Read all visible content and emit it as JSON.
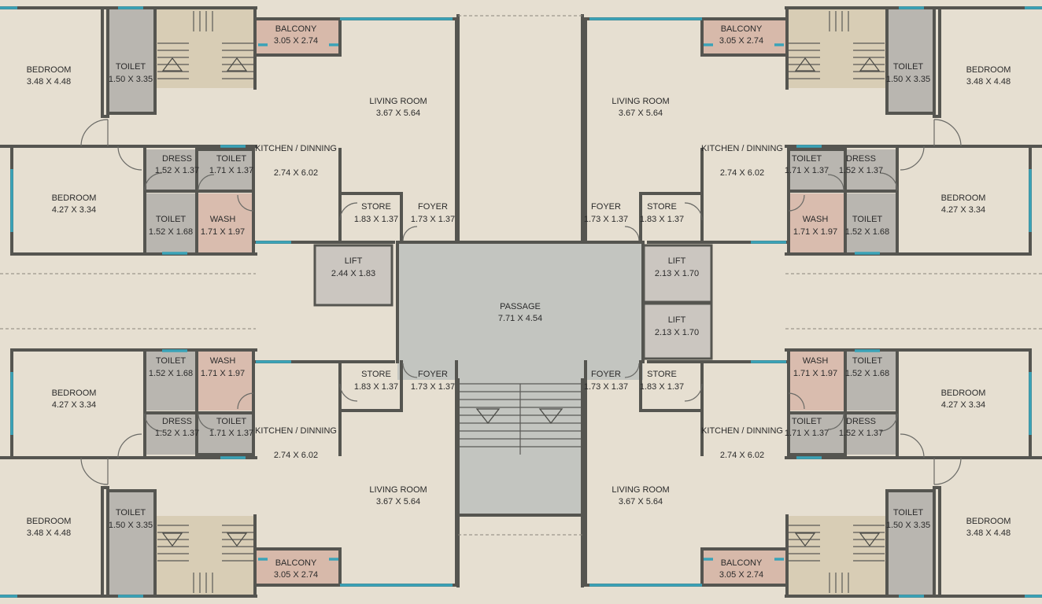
{
  "colors": {
    "background": "#e6dfd1",
    "wall": "#555550",
    "toilet": "#b9b6b0",
    "wash": "#d9bcae",
    "balcony": "#d7b9aa",
    "lift": "#cbc6c0",
    "passage": "#c3c5c0",
    "stair": "#d8cdb5",
    "window": "#3aa3b8"
  },
  "rooms": [
    {
      "name": "BEDROOM",
      "dims": "3.48 X 4.48"
    },
    {
      "name": "TOILET",
      "dims": "1.50 X 3.35"
    },
    {
      "name": "BALCONY",
      "dims": "3.05 X 2.74"
    },
    {
      "name": "LIVING ROOM",
      "dims": "3.67 X 5.64"
    },
    {
      "name": "KITCHEN / DINNING",
      "dims": "2.74 X 6.02"
    },
    {
      "name": "DRESS",
      "dims": "1.52 X 1.37"
    },
    {
      "name": "TOILET",
      "dims": "1.71 X 1.37"
    },
    {
      "name": "BEDROOM",
      "dims": "4.27 X 3.34"
    },
    {
      "name": "TOILET",
      "dims": "1.52 X 1.68"
    },
    {
      "name": "WASH",
      "dims": "1.71 X 1.97"
    },
    {
      "name": "STORE",
      "dims": "1.83 X 1.37"
    },
    {
      "name": "FOYER",
      "dims": "1.73 X 1.37"
    },
    {
      "name": "LIFT",
      "dims": "2.44 X 1.83"
    },
    {
      "name": "LIFT",
      "dims": "2.13 X 1.70"
    },
    {
      "name": "PASSAGE",
      "dims": "7.71 X 4.54"
    }
  ]
}
